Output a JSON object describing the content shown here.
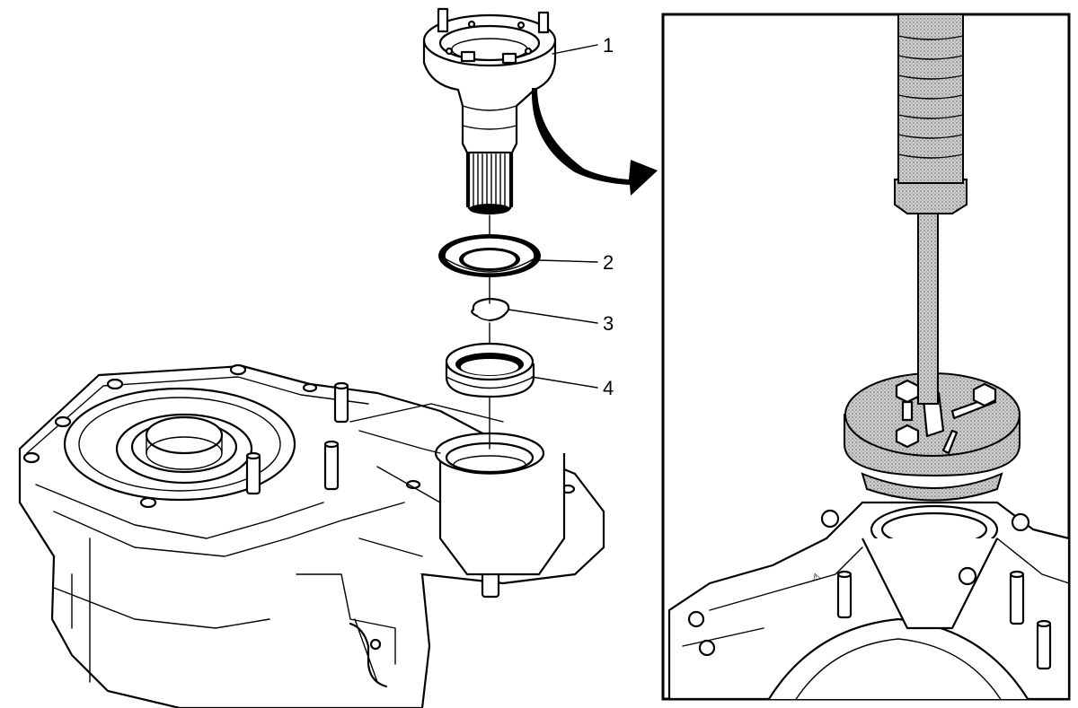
{
  "callouts": [
    {
      "id": 1,
      "label": "1"
    },
    {
      "id": 2,
      "label": "2"
    },
    {
      "id": 3,
      "label": "3"
    },
    {
      "id": 4,
      "label": "4"
    }
  ]
}
